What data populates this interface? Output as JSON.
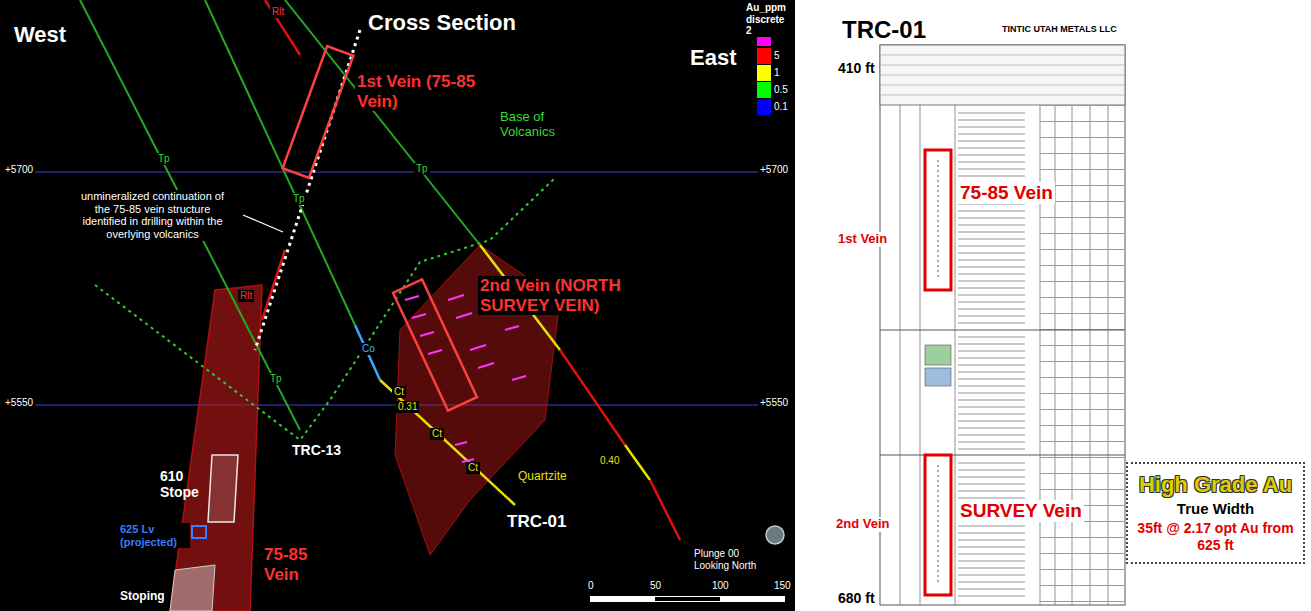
{
  "diagram": {
    "nodes": [
      {
        "text": [
          "High Grade Au",
          "True Width",
          "35ft @ 2.17 opt Au from 625 ft"
        ]
      }
    ],
    "labels": [
      "West",
      "Cross Section",
      "East",
      "1st Vein (75-85 Vein)",
      "unmineralized continuation of the 75-85 vein structure identified in drilling within the overlying volcanics",
      "Base of Volcanics",
      "2nd Vein (NORTH SURVEY VEIN)",
      "+5700",
      "+5700",
      "+5550",
      "+5550",
      "Rlt",
      "Rlt",
      "Tp",
      "Tp",
      "Tp",
      "Tp",
      "Co",
      "Ct",
      "Ct",
      "Ct",
      "Quartzite",
      "TRC-13",
      "TRC-01",
      "610 Stope",
      "625 Lv (projected)",
      "75-85 Vein",
      "Stoping",
      "Plunge 00 Looking North",
      "0",
      "50",
      "100",
      "150",
      "0.31",
      "0.40",
      "TRC-01",
      "TINTIC UTAH METALS LLC",
      "410 ft",
      "1st Vein",
      "75-85 Vein",
      "2nd Vein",
      "SURVEY Vein",
      "680 ft",
      "Au_ppm discrete 2"
    ],
    "legend": [
      {
        "text": "5",
        "color": "#ff0000"
      },
      {
        "text": "1",
        "color": "#ffff00"
      },
      {
        "text": "0.5",
        "color": "#00ff00"
      },
      {
        "text": "0.1",
        "color": "#0000ff"
      }
    ]
  }
}
